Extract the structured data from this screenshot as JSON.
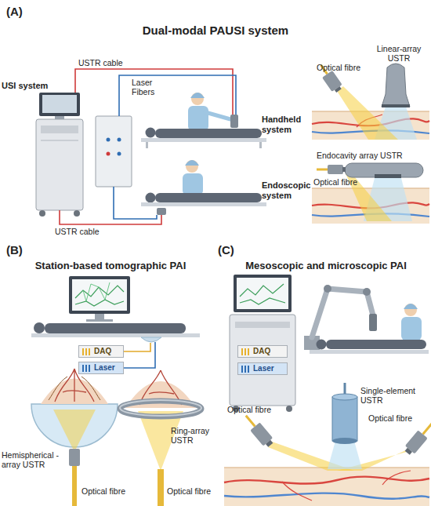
{
  "diagram": {
    "nodes": [
      {
        "text": [
          "DAQ"
        ]
      },
      {
        "text": [
          "Laser"
        ]
      },
      {
        "text": [
          "DAQ"
        ]
      },
      {
        "text": [
          "Laser"
        ]
      }
    ],
    "labels": [
      "(A)",
      "Dual-modal PAUSI system",
      "USI system",
      "USTR cable",
      "Laser Fibers",
      "Handheld system",
      "Endoscopic system",
      "USTR cable",
      "Optical fibre",
      "Linear-array USTR",
      "Endocavity array USTR",
      "Optical fibre",
      "(B)",
      "Station-based tomographic PAI",
      "Hemispherical - array USTR",
      "Ring-array USTR",
      "Optical fibre",
      "Optical fibre",
      "(C)",
      "Mesoscopic and microscopic PAI",
      "Optical fibre",
      "Single-element USTR",
      "Optical fibre"
    ]
  }
}
